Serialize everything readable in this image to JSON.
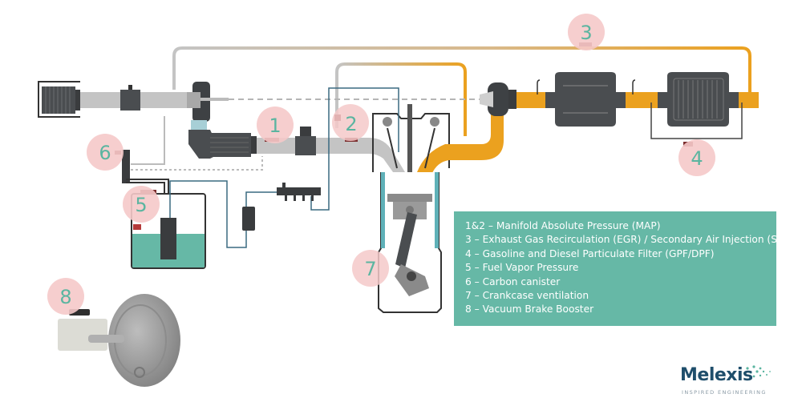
{
  "diagram": {
    "title": "Automotive pressure sensor applications",
    "badges": [
      {
        "id": "1",
        "label": "1"
      },
      {
        "id": "2",
        "label": "2"
      },
      {
        "id": "3",
        "label": "3"
      },
      {
        "id": "4",
        "label": "4"
      },
      {
        "id": "5",
        "label": "5"
      },
      {
        "id": "6",
        "label": "6"
      },
      {
        "id": "7",
        "label": "7"
      },
      {
        "id": "8",
        "label": "8"
      }
    ],
    "components": [
      "air-filter",
      "mass-airflow-sensor",
      "turbocharger",
      "intercooler",
      "throttle-body",
      "engine-cylinder",
      "exhaust-turbine",
      "catalytic-converter",
      "particulate-filter",
      "fuel-tank",
      "fuel-pump",
      "fuel-filter",
      "fuel-rail",
      "carbon-canister",
      "brake-booster",
      "master-cylinder"
    ],
    "colors": {
      "intake_gray": "#c4c4c4",
      "exhaust_orange": "#eba11f",
      "component_dark": "#4a4d50",
      "badge_pink": "#f5c9c9",
      "badge_text": "#5bb5a0",
      "sensor_red": "#7a2d2d",
      "fuel_teal": "#66b8a6",
      "line_blue": "#3a6a80"
    }
  },
  "legend": {
    "items": [
      "1&2 – Manifold Absolute Pressure (MAP)",
      "3 – Exhaust Gas Recirculation (EGR) / Secondary Air Injection (SAI)",
      "4 – Gasoline and Diesel Particulate Filter (GPF/DPF)",
      "5 – Fuel Vapor Pressure",
      "6 – Carbon canister",
      "7 – Crankcase ventilation",
      "8 – Vacuum Brake Booster"
    ]
  },
  "logo": {
    "name": "Melexis",
    "tagline": "INSPIRED ENGINEERING"
  }
}
